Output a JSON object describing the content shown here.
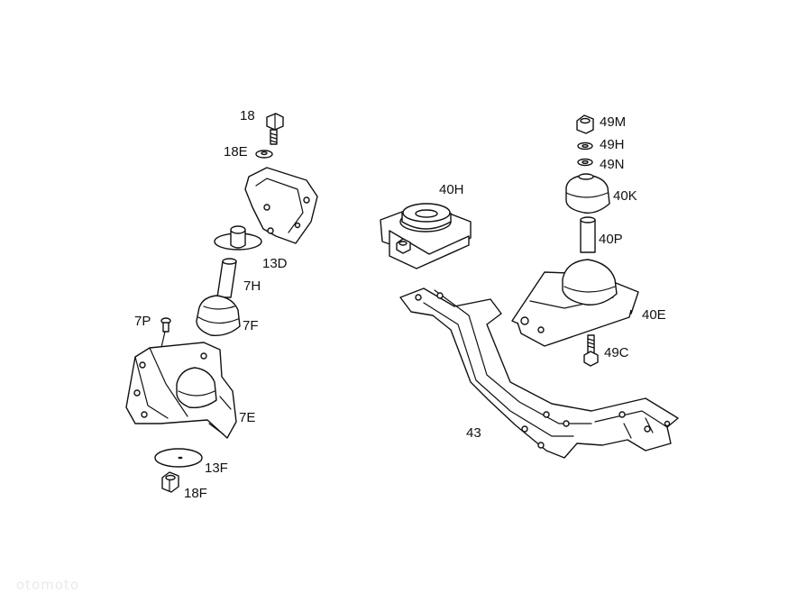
{
  "watermark": "otomoto",
  "parts": {
    "p18": "18",
    "p18E": "18E",
    "p13D": "13D",
    "p7H": "7H",
    "p7P": "7P",
    "p7F": "7F",
    "p7E": "7E",
    "p13F": "13F",
    "p18F": "18F",
    "p40H": "40H",
    "p49M": "49M",
    "p49H": "49H",
    "p49N": "49N",
    "p40K": "40K",
    "p40P": "40P",
    "p40E": "40E",
    "p49C": "49C",
    "p43": "43"
  }
}
